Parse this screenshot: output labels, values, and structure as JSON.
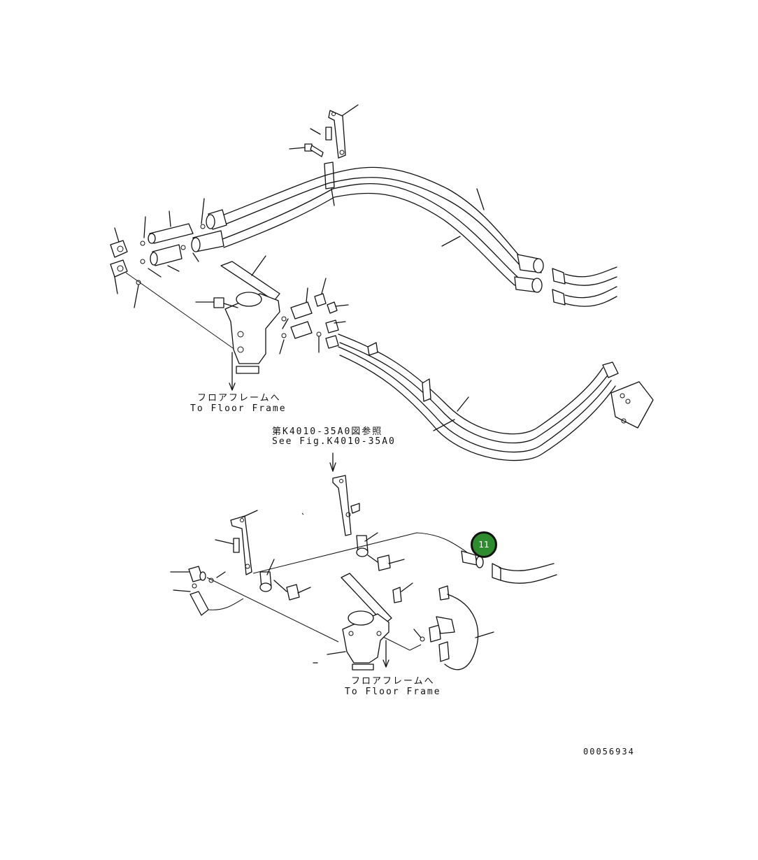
{
  "labels": {
    "floor_frame_top_jp": "フロアフレームへ",
    "floor_frame_top_en": "To Floor Frame",
    "see_fig_jp": "第K4010-35A0図参照",
    "see_fig_en": "See Fig.K4010-35A0",
    "floor_frame_bottom_jp": "フロアフレームへ",
    "floor_frame_bottom_en": "To Floor Frame",
    "drawing_number": "00056934"
  },
  "callouts": [
    {
      "id": "11",
      "label": "11",
      "color": "#2e8b2e"
    }
  ]
}
